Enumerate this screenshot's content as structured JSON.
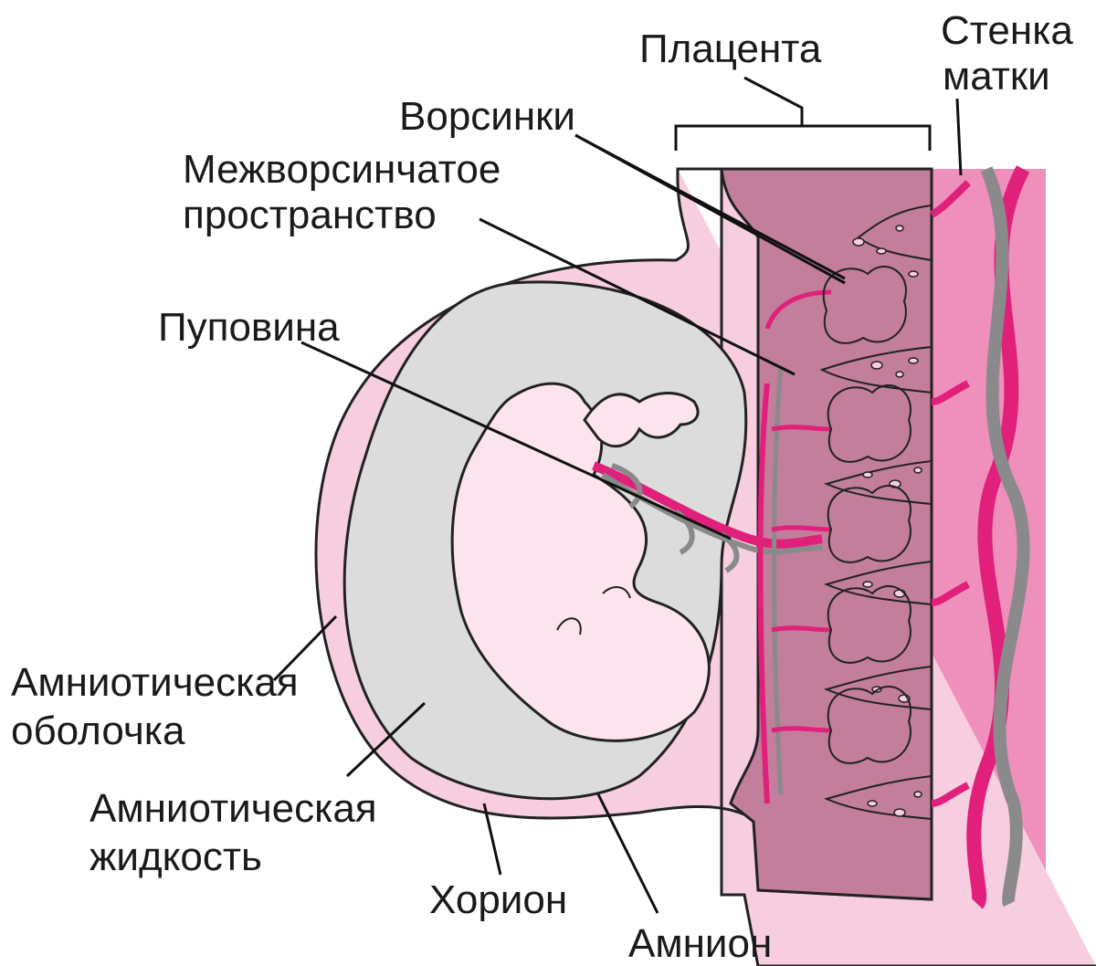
{
  "labels": {
    "placenta": "Плацента",
    "uterine_wall_1": "Стенка",
    "uterine_wall_2": "матки",
    "villi": "Ворсинки",
    "intervillous_1": "Межворсинчатое",
    "intervillous_2": "пространство",
    "umbilical_cord": "Пуповина",
    "amniotic_membrane_1": "Амниотическая",
    "amniotic_membrane_2": "оболочка",
    "amniotic_fluid_1": "Амниотическая",
    "amniotic_fluid_2": "жидкость",
    "chorion": "Хорион",
    "amnion": "Амнион"
  },
  "colors": {
    "membrane_pink": "#f7cde0",
    "placenta_mauve": "#c27e9a",
    "uterine_pink": "#ee8fbc",
    "artery_magenta": "#e0207a",
    "vein_gray": "#8a8a8a",
    "fluid_gray": "#dcdcdc",
    "embryo_pink": "#fbe4ee"
  }
}
